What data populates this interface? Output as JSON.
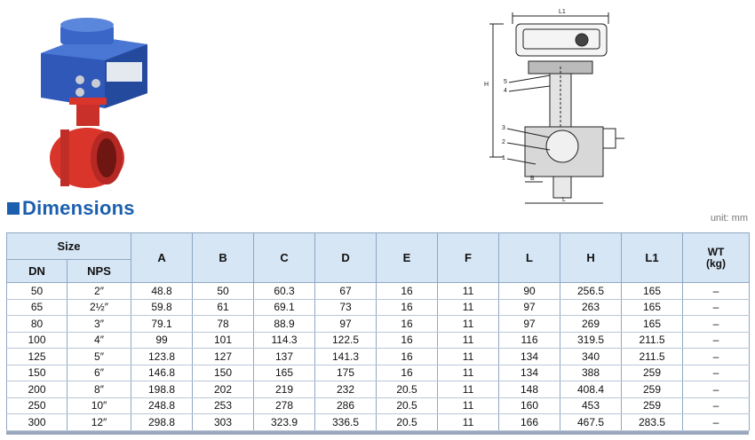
{
  "title": "Dimensions",
  "unit_label": "unit: mm",
  "table": {
    "size_header": "Size",
    "sub_headers": [
      "DN",
      "NPS"
    ],
    "columns": [
      "A",
      "B",
      "C",
      "D",
      "E",
      "F",
      "L",
      "H",
      "L1",
      "WT\n(kg)"
    ],
    "rows": [
      [
        "50",
        "2″",
        "48.8",
        "50",
        "60.3",
        "67",
        "16",
        "11",
        "90",
        "256.5",
        "165",
        "–"
      ],
      [
        "65",
        "2½″",
        "59.8",
        "61",
        "69.1",
        "73",
        "16",
        "11",
        "97",
        "263",
        "165",
        "–"
      ],
      [
        "80",
        "3″",
        "79.1",
        "78",
        "88.9",
        "97",
        "16",
        "11",
        "97",
        "269",
        "165",
        "–"
      ],
      [
        "100",
        "4″",
        "99",
        "101",
        "114.3",
        "122.5",
        "16",
        "11",
        "116",
        "319.5",
        "211.5",
        "–"
      ],
      [
        "125",
        "5″",
        "123.8",
        "127",
        "137",
        "141.3",
        "16",
        "11",
        "134",
        "340",
        "211.5",
        "–"
      ],
      [
        "150",
        "6″",
        "146.8",
        "150",
        "165",
        "175",
        "16",
        "11",
        "134",
        "388",
        "259",
        "–"
      ],
      [
        "200",
        "8″",
        "198.8",
        "202",
        "219",
        "232",
        "20.5",
        "11",
        "148",
        "408.4",
        "259",
        "–"
      ],
      [
        "250",
        "10″",
        "248.8",
        "253",
        "278",
        "286",
        "20.5",
        "11",
        "160",
        "453",
        "259",
        "–"
      ],
      [
        "300",
        "12″",
        "298.8",
        "303",
        "323.9",
        "336.5",
        "20.5",
        "11",
        "166",
        "467.5",
        "283.5",
        "–"
      ]
    ]
  },
  "drawing": {
    "dim_top": "L1",
    "dim_side": "H",
    "dim_bottom": "L",
    "dim_left": "B",
    "callouts": [
      "5",
      "4",
      "3",
      "2",
      "1"
    ]
  },
  "colors": {
    "accent": "#1b5fae",
    "header_bg": "#d6e6f5",
    "valve_red": "#d9352b",
    "actuator_blue": "#2f58b8"
  }
}
